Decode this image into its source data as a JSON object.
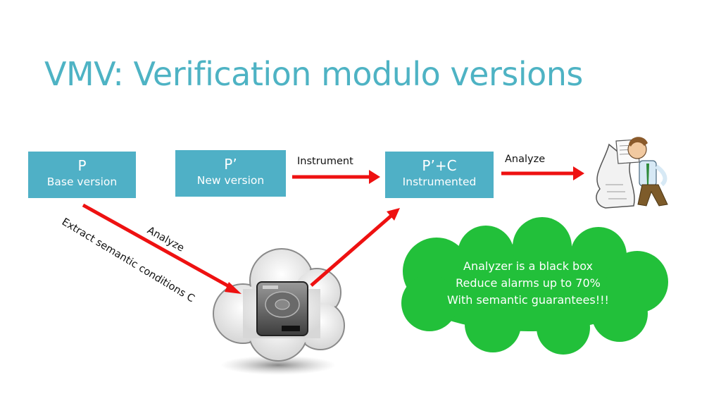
{
  "slide": {
    "title": "VMV: Verification modulo versions"
  },
  "boxes": [
    {
      "id": "p",
      "title": "P",
      "subtitle": "Base version"
    },
    {
      "id": "p-prime",
      "title": "P’",
      "subtitle": "New version"
    },
    {
      "id": "p-prime-c",
      "title": "P’+C",
      "subtitle": "Instrumented"
    }
  ],
  "arrows": {
    "instrument": "Instrument",
    "analyze_right": "Analyze",
    "analyze_down": "Analyze",
    "extract": "Extract semantic conditions C"
  },
  "callout": {
    "lines": [
      "Analyzer is a black box",
      "Reduce alarms up to 70%",
      "With semantic guarantees!!!"
    ]
  },
  "colors": {
    "title": "#4eb3c4",
    "box": "#4fb0c6",
    "arrow": "#ee1111",
    "cloud_callout": "#22c03a"
  },
  "icons": [
    "cloud-drive-icon",
    "person-reading-report-icon"
  ]
}
